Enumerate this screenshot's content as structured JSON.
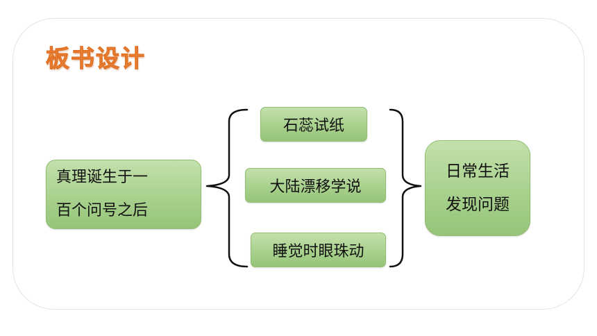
{
  "title": "板书设计",
  "left_node": {
    "line1": "真理诞生于一",
    "line2": "百个问号之后"
  },
  "middle_nodes": [
    {
      "label": "石蕊试纸"
    },
    {
      "label": "大陆漂移学说"
    },
    {
      "label": "睡觉时眼珠动"
    }
  ],
  "right_node": {
    "line1": "日常生活",
    "line2": "发现问题"
  },
  "colors": {
    "title": "#f3913f",
    "node_fill": "#a8d18d",
    "node_border": "#8fbf72",
    "bracket": "#111111",
    "panel_border": "#e2e2e2"
  }
}
